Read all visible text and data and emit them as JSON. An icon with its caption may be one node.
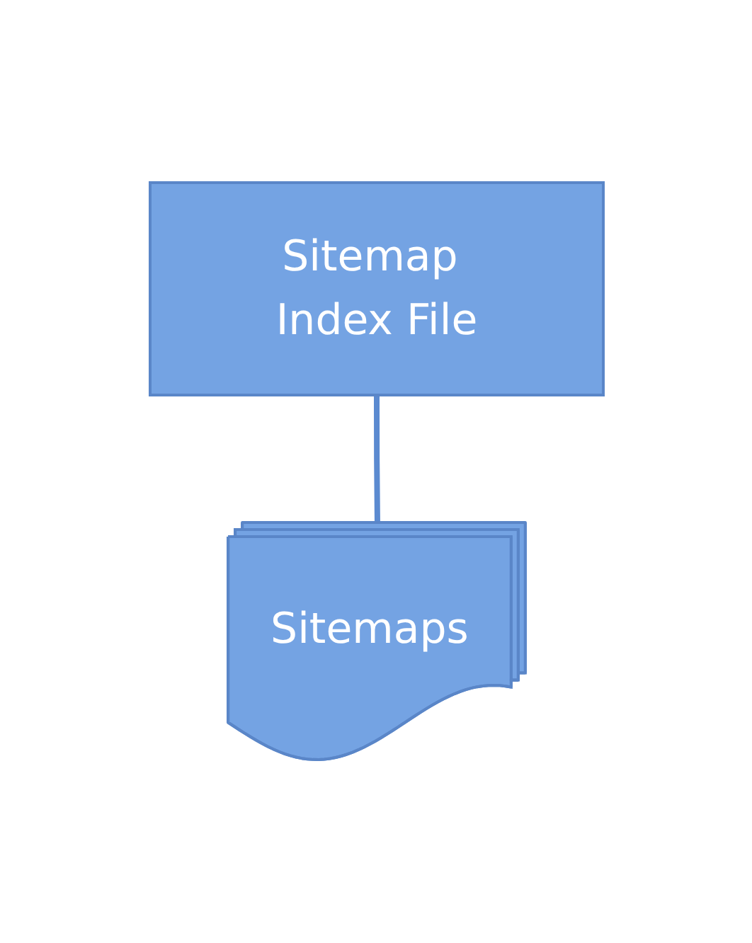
{
  "diagram": {
    "nodes": [
      {
        "text": [
          "Sitemap Index File"
        ]
      },
      {
        "text": [
          "Sitemaps"
        ]
      }
    ],
    "edges": [
      {
        "from": 0,
        "to": 1,
        "arrow": "none"
      }
    ]
  }
}
